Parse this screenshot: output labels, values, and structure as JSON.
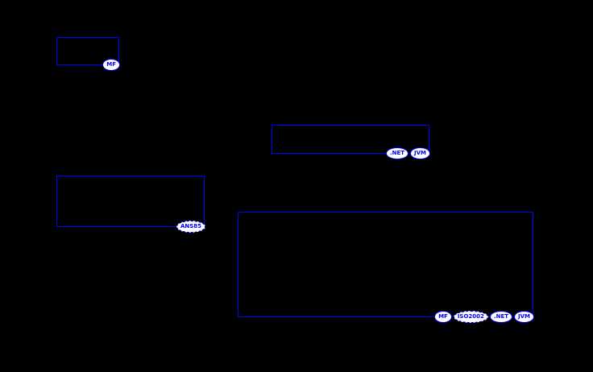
{
  "diagram": {
    "background_color": "#000000",
    "line_color": "#0000ff",
    "badge_fill_color": "#ffffff",
    "badge_text_color": "#0000ff",
    "boxes": [
      {
        "name": "box-top-left",
        "badges": [
          {
            "label": "MF",
            "border_style": "solid"
          }
        ]
      },
      {
        "name": "box-middle-right",
        "badges": [
          {
            "label": ".NET",
            "border_style": "solid"
          },
          {
            "label": "JVM",
            "border_style": "solid"
          }
        ]
      },
      {
        "name": "box-middle-left",
        "badges": [
          {
            "label": "ANS85",
            "border_style": "dashed"
          }
        ]
      },
      {
        "name": "box-bottom-large",
        "badges": [
          {
            "label": "MF",
            "border_style": "solid"
          },
          {
            "label": "ISO2002",
            "border_style": "dashed"
          },
          {
            "label": ".NET",
            "border_style": "solid"
          },
          {
            "label": "JVM",
            "border_style": "solid"
          }
        ]
      }
    ]
  }
}
